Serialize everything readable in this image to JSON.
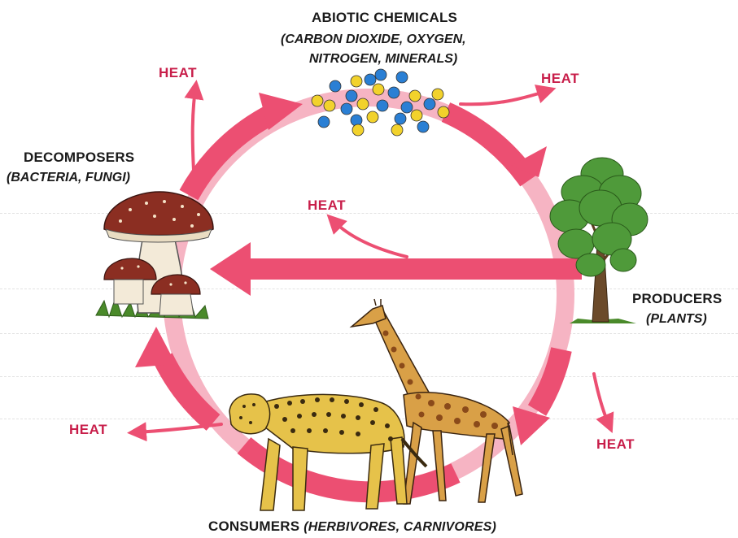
{
  "nodes": {
    "abiotic": {
      "title": "ABIOTIC CHEMICALS",
      "subtitle_line1": "(CARBON DIOXIDE, OXYGEN,",
      "subtitle_line2": "NITROGEN, MINERALS)"
    },
    "decomposers": {
      "title": "DECOMPOSERS",
      "subtitle": "(BACTERIA, FUNGI)"
    },
    "producers": {
      "title": "PRODUCERS",
      "subtitle": "(PLANTS)"
    },
    "consumers": {
      "title": "CONSUMERS",
      "subtitle": "(HERBIVORES, CARNIVORES)"
    }
  },
  "heat_label": "HEAT",
  "colors": {
    "cycle_arrow": "#ec4f72",
    "cycle_arrow_light": "#f6b4c3",
    "heat_text": "#c81e4a",
    "molecule_blue": "#2a7fd4",
    "molecule_yellow": "#f2d22c"
  },
  "icons": [
    "mushroom-icon",
    "tree-icon",
    "giraffe-icon",
    "leopard-icon",
    "molecule-icon"
  ]
}
